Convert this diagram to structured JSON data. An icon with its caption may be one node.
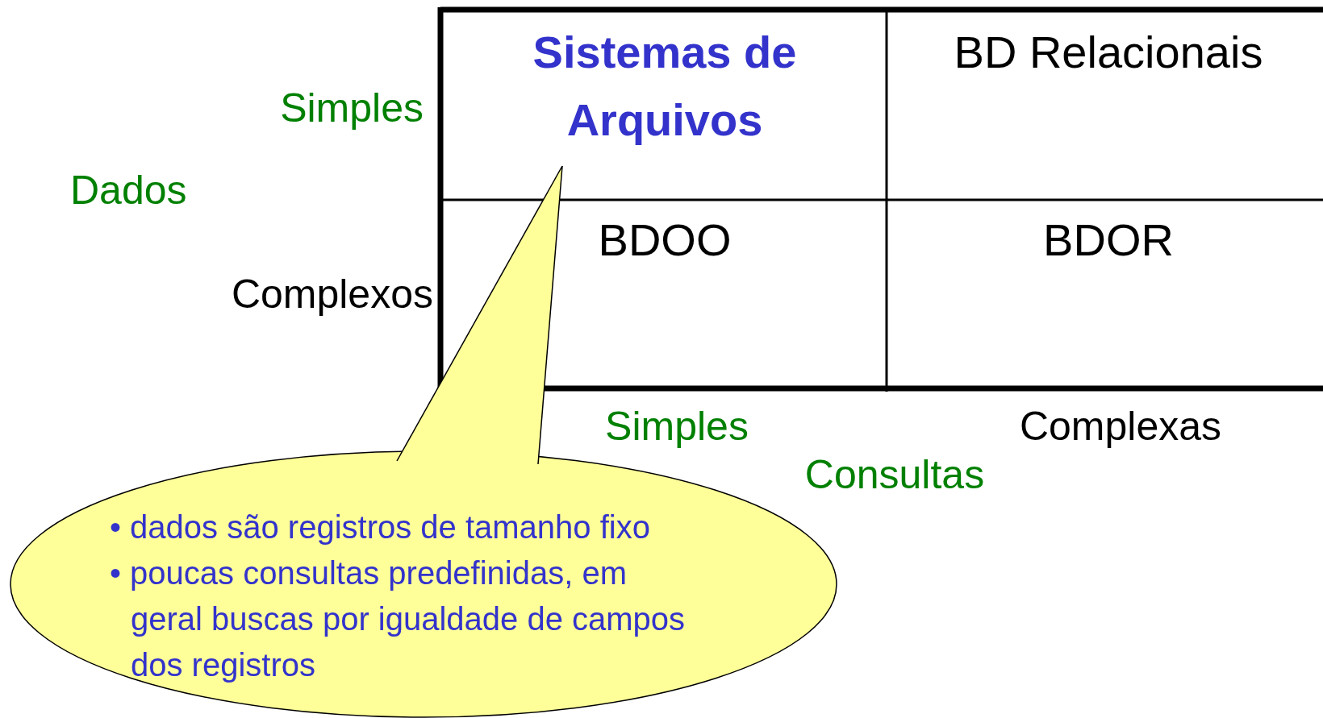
{
  "diagram": {
    "nodes": [
      {
        "text": [
          "Sistemas de Arquivos"
        ]
      },
      {
        "text": [
          "BD Relacionais"
        ]
      },
      {
        "text": [
          "BDOO"
        ]
      },
      {
        "text": [
          "BDOR"
        ]
      },
      {
        "text": [
          "• dados são registros de tamanho fixo",
          "• poucas consultas predefinidas, em geral buscas por igualdade de campos dos registros"
        ]
      }
    ],
    "edges": [
      {
        "from": 4,
        "to": 0,
        "arrow": "none"
      }
    ],
    "labels": [
      "Simples",
      "Dados",
      "Complexos",
      "Simples",
      "Complexas",
      "Consultas"
    ]
  }
}
